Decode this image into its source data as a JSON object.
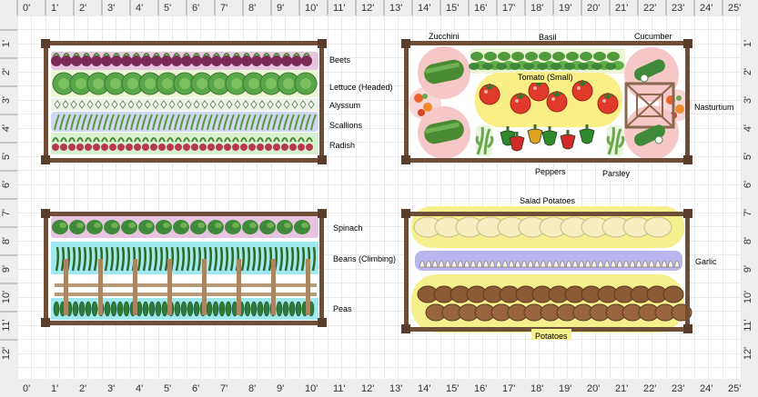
{
  "ruler": {
    "top": [
      "0'",
      "1'",
      "2'",
      "3'",
      "4'",
      "5'",
      "6'",
      "7'",
      "8'",
      "9'",
      "10'",
      "11'",
      "12'",
      "13'",
      "14'",
      "15'",
      "16'",
      "17'",
      "18'",
      "19'",
      "20'",
      "21'",
      "22'",
      "23'",
      "24'",
      "25'"
    ],
    "left": [
      "1'",
      "2'",
      "3'",
      "4'",
      "5'",
      "6'",
      "7'",
      "8'",
      "9'",
      "10'",
      "11'",
      "12'"
    ]
  },
  "beds": {
    "bed1": [
      "Beets",
      "Lettuce (Headed)",
      "Alyssum",
      "Scallions",
      "Radish"
    ],
    "bed2": {
      "top": [
        "Zucchini",
        "Basil",
        "Cucumber"
      ],
      "middle": [
        "Tomato (Small)",
        "Nasturtium"
      ],
      "bottom": [
        "Peppers",
        "Parsley"
      ]
    },
    "bed3": [
      "Spinach",
      "Beans (Climbing)",
      "Peas"
    ],
    "bed4": [
      "Salad Potatoes",
      "Garlic",
      "Potatoes"
    ]
  },
  "colors": {
    "grid": "#d7d7d7",
    "ruler_bg": "#eeeeee",
    "wood": "#6e4e37",
    "beet": "#7a2a52",
    "lettuce": "#5aa64a",
    "radish": "#b83a4a",
    "spinach": "#3f8a3a",
    "bean_band": "#9fe8ee",
    "pea_band": "#9fe8ee",
    "potato_band": "#f6ef8d",
    "garlic_band": "#b9b6ee",
    "tomato": "#e03a2a",
    "zucchini_circle": "#f6c7c7",
    "basil": "#4f9a3c"
  }
}
